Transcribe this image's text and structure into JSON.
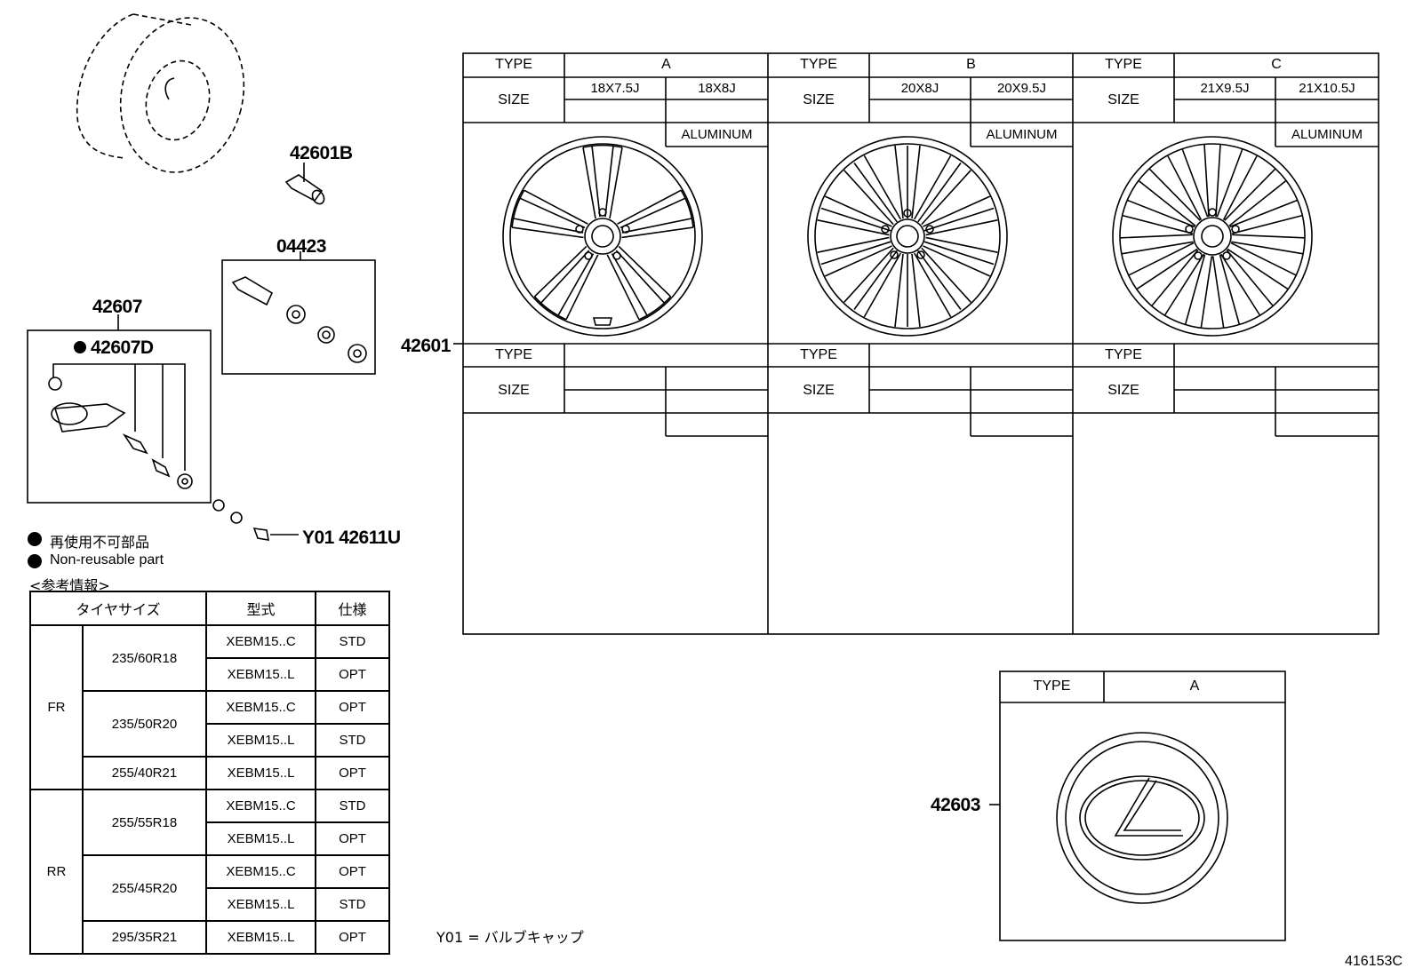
{
  "parts": {
    "p42601B": "42601B",
    "p04423": "04423",
    "p42607": "42607",
    "p42607D": "42607D",
    "p42611U": "Y01 42611U",
    "p42601": "42601",
    "p42603": "42603"
  },
  "legend": {
    "non_reusable_jp": "再使用不可部品",
    "non_reusable_en": "Non-reusable part",
    "reference_info": "<参考情報>"
  },
  "footnote": "Y01 = バルブキャップ",
  "drawing_id": "416153C",
  "wheel_table": {
    "type_label": "TYPE",
    "size_label": "SIZE",
    "material": "ALUMINUM",
    "columns": [
      {
        "type": "A",
        "sizes": [
          "18X7.5J",
          "18X8J"
        ],
        "material": "ALUMINUM"
      },
      {
        "type": "B",
        "sizes": [
          "20X8J",
          "20X9.5J"
        ],
        "material": "ALUMINUM"
      },
      {
        "type": "C",
        "sizes": [
          "21X9.5J",
          "21X10.5J"
        ],
        "material": "ALUMINUM"
      }
    ]
  },
  "cap_table": {
    "type_label": "TYPE",
    "type": "A"
  },
  "tire_table": {
    "headers": [
      "タイヤサイズ",
      "型式",
      "仕様"
    ],
    "rows": [
      {
        "axle": "FR",
        "size": "235/60R18",
        "model": "XEBM15..C",
        "spec": "STD"
      },
      {
        "axle": "FR",
        "size": "235/60R18",
        "model": "XEBM15..L",
        "spec": "OPT"
      },
      {
        "axle": "FR",
        "size": "235/50R20",
        "model": "XEBM15..C",
        "spec": "OPT"
      },
      {
        "axle": "FR",
        "size": "235/50R20",
        "model": "XEBM15..L",
        "spec": "STD"
      },
      {
        "axle": "FR",
        "size": "255/40R21",
        "model": "XEBM15..L",
        "spec": "OPT"
      },
      {
        "axle": "RR",
        "size": "255/55R18",
        "model": "XEBM15..C",
        "spec": "STD"
      },
      {
        "axle": "RR",
        "size": "255/55R18",
        "model": "XEBM15..L",
        "spec": "OPT"
      },
      {
        "axle": "RR",
        "size": "255/45R20",
        "model": "XEBM15..C",
        "spec": "OPT"
      },
      {
        "axle": "RR",
        "size": "255/45R20",
        "model": "XEBM15..L",
        "spec": "STD"
      },
      {
        "axle": "RR",
        "size": "295/35R21",
        "model": "XEBM15..L",
        "spec": "OPT"
      }
    ],
    "axle_fr": "FR",
    "axle_rr": "RR",
    "size_groups": [
      "235/60R18",
      "235/50R20",
      "255/40R21",
      "255/55R18",
      "255/45R20",
      "295/35R21"
    ]
  }
}
